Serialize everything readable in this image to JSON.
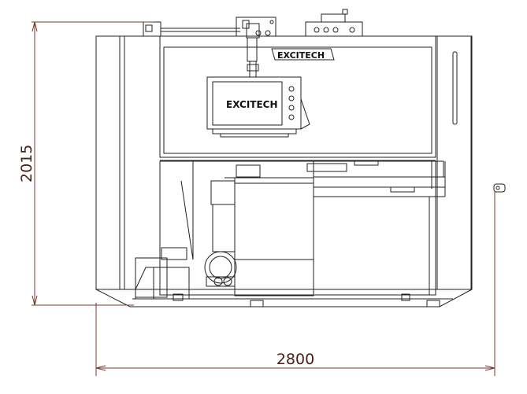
{
  "drawing": {
    "brand_label_top": "EXCITECH",
    "brand_label_screen": "EXCITECH",
    "height_dimension": "2015",
    "width_dimension": "2800",
    "dimension_color": "#7a3a2a",
    "line_color": "#222222"
  }
}
